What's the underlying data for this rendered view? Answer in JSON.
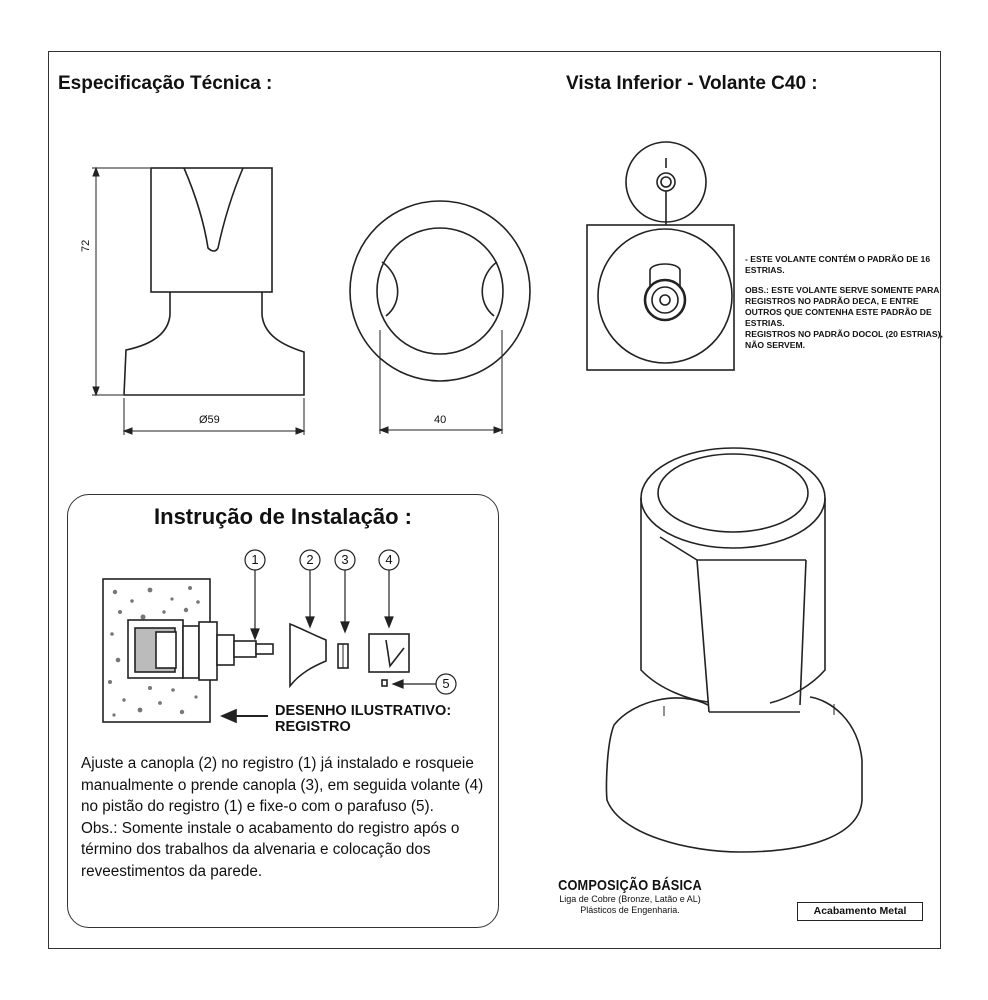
{
  "headings": {
    "spec": "Especificação Técnica :",
    "bottom_view": "Vista Inferior - Volante C40 :"
  },
  "dimensions": {
    "height": "72",
    "base_diameter": "Ø59",
    "top_diameter": "40"
  },
  "bottom_view_note": {
    "line1": "- ESTE VOLANTE CONTÉM O PADRÃO DE 16 ESTRIAS.",
    "line2": "OBS.: ESTE VOLANTE SERVE SOMENTE PARA REGISTROS NO PADRÃO DECA, E ENTRE OUTROS QUE CONTENHA ESTE PADRÃO DE ESTRIAS.",
    "line3": "REGISTROS NO PADRÃO DOCOL (20 ESTRIAS), NÃO SERVEM."
  },
  "installation": {
    "title": "Instrução de Instalação :",
    "callouts": [
      "1",
      "2",
      "3",
      "4",
      "5"
    ],
    "drawing_label_line1": "DESENHO ILUSTRATIVO:",
    "drawing_label_line2": "REGISTRO",
    "text": "Ajuste a canopla (2) no registro (1) já instalado e rosqueie manualmente o prende canopla (3), em seguida volante (4) no pistão do registro (1) e fixe-o com o parafuso (5).",
    "obs": "Obs.: Somente instale o acabamento do registro após o término dos trabalhos da alvenaria e colocação dos reveestimentos da parede."
  },
  "composition": {
    "title": "COMPOSIÇÃO BÁSICA",
    "line1": "Liga de Cobre (Bronze, Latão e AL)",
    "line2": "Plásticos de Engenharia."
  },
  "finish_label": "Acabamento Metal"
}
